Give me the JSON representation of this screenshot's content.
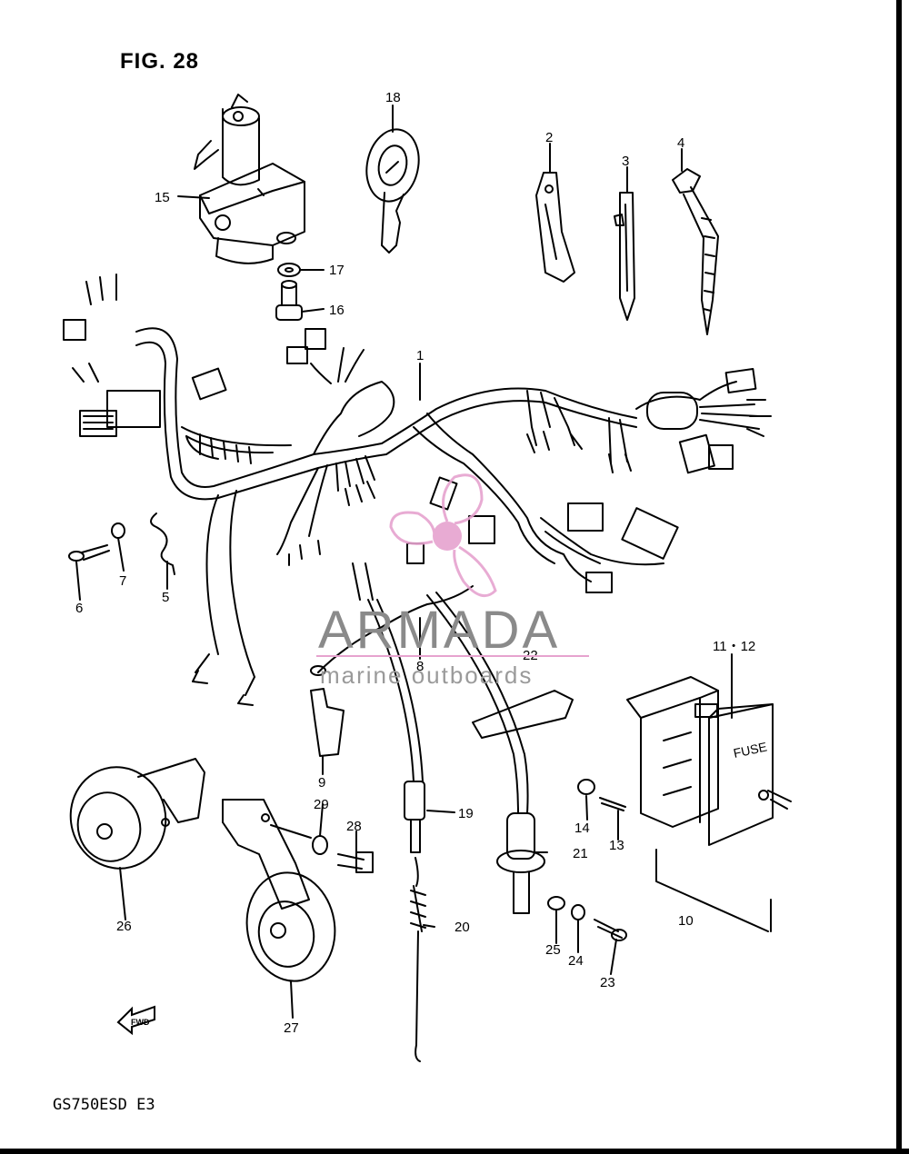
{
  "figure": {
    "title": "FIG. 28",
    "model_code": "GS750ESD E3"
  },
  "watermark": {
    "brand": "ARMADA",
    "tagline": "marine outboards",
    "accent_color": "#e6a3cf",
    "text_color": "#8a8a8a"
  },
  "direction_tag": "FWD",
  "fuse_cover_text": "FUSE",
  "callouts": {
    "c1": "1",
    "c2": "2",
    "c3": "3",
    "c4": "4",
    "c5": "5",
    "c6": "6",
    "c7": "7",
    "c8": "8",
    "c9": "9",
    "c10": "10",
    "c11_12": "11・12",
    "c13": "13",
    "c14": "14",
    "c15": "15",
    "c16": "16",
    "c17": "17",
    "c18": "18",
    "c19": "19",
    "c20": "20",
    "c21": "21",
    "c22": "22",
    "c23": "23",
    "c24": "24",
    "c25": "25",
    "c26": "26",
    "c27": "27",
    "c28": "28",
    "c29": "29"
  },
  "icons": [
    "ignition-switch-icon",
    "key-icon",
    "harness-icon",
    "horn-icon",
    "fuse-box-icon",
    "bolt-icon",
    "washer-icon",
    "cable-tie-icon",
    "clamp-icon",
    "switch-icon",
    "fwd-arrow-icon",
    "propeller-logo-icon"
  ]
}
